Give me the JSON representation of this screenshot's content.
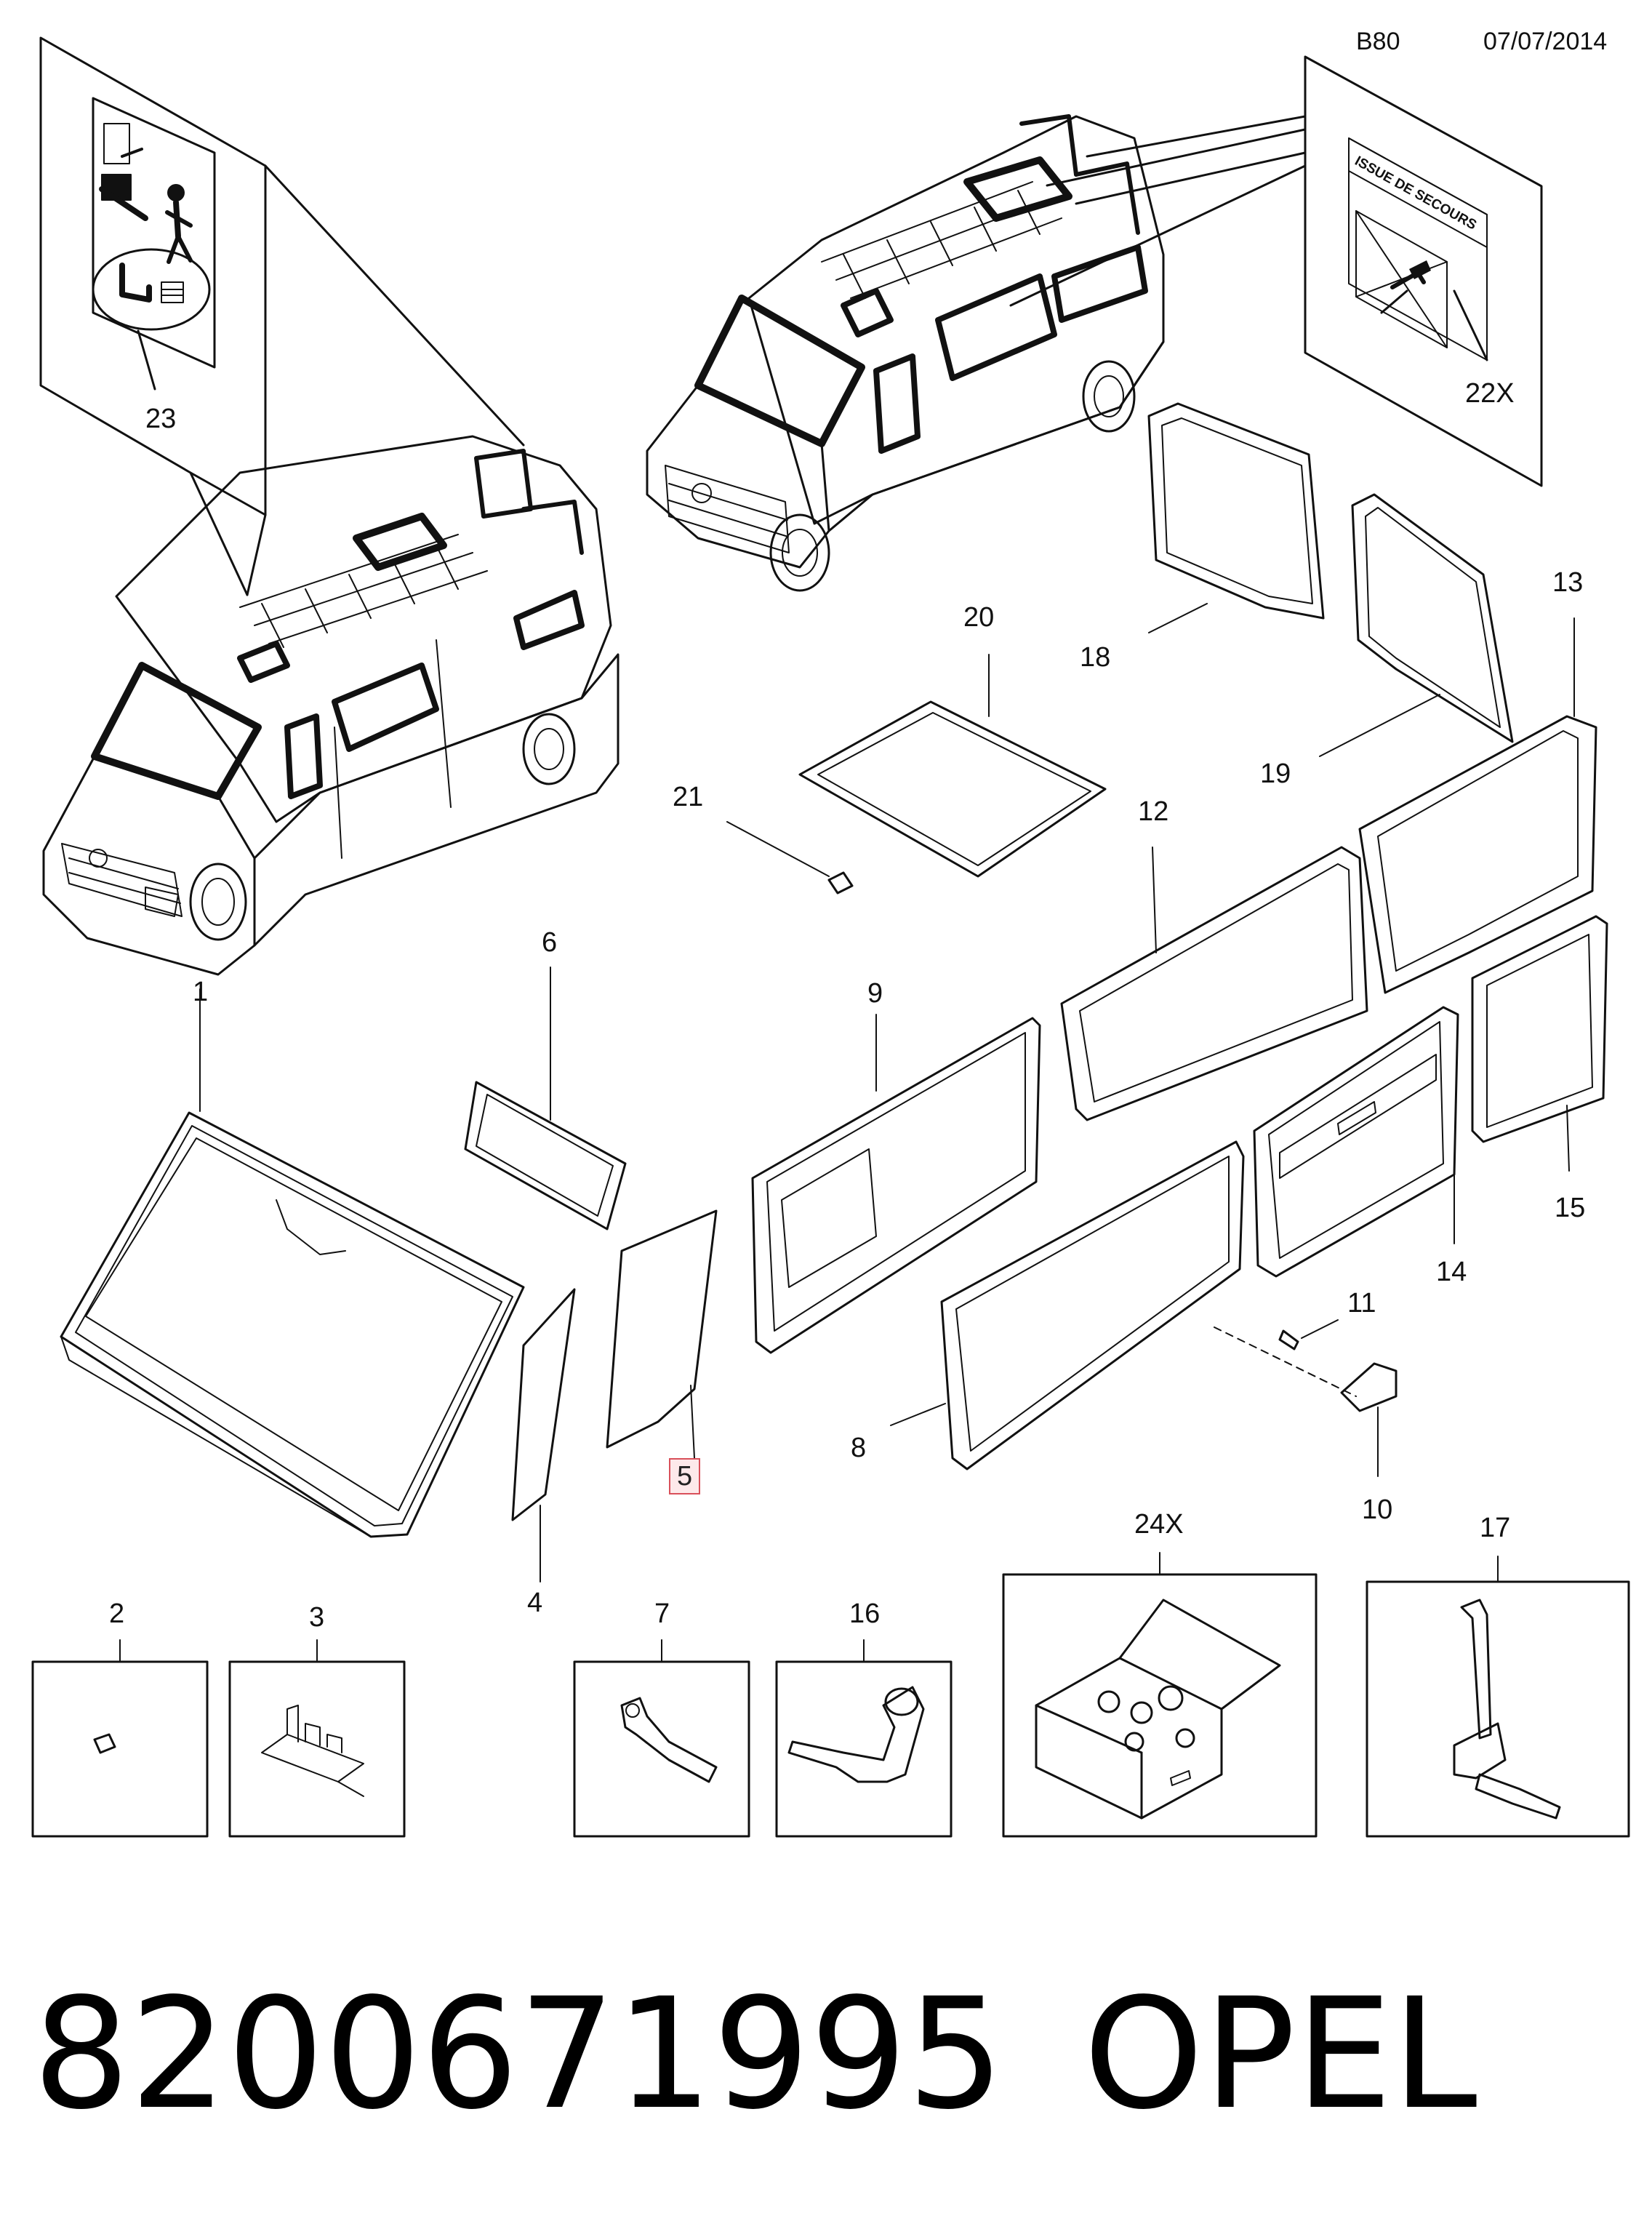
{
  "header": {
    "code": "B80",
    "date": "07/07/2014"
  },
  "callouts": [
    {
      "id": "c1",
      "label": "1"
    },
    {
      "id": "c2",
      "label": "2"
    },
    {
      "id": "c3",
      "label": "3"
    },
    {
      "id": "c4",
      "label": "4"
    },
    {
      "id": "c5",
      "label": "5",
      "highlighted": true
    },
    {
      "id": "c6",
      "label": "6"
    },
    {
      "id": "c7",
      "label": "7"
    },
    {
      "id": "c8",
      "label": "8"
    },
    {
      "id": "c9",
      "label": "9"
    },
    {
      "id": "c10",
      "label": "10"
    },
    {
      "id": "c11",
      "label": "11"
    },
    {
      "id": "c12",
      "label": "12"
    },
    {
      "id": "c13",
      "label": "13"
    },
    {
      "id": "c14",
      "label": "14"
    },
    {
      "id": "c15",
      "label": "15"
    },
    {
      "id": "c16",
      "label": "16"
    },
    {
      "id": "c17",
      "label": "17"
    },
    {
      "id": "c18",
      "label": "18"
    },
    {
      "id": "c19",
      "label": "19"
    },
    {
      "id": "c20",
      "label": "20"
    },
    {
      "id": "c21",
      "label": "21"
    },
    {
      "id": "c22x",
      "label": "22X"
    },
    {
      "id": "c23",
      "label": "23"
    },
    {
      "id": "c24x",
      "label": "24X"
    }
  ],
  "emergency_sign_text": "ISSUE DE SECOURS",
  "footer": {
    "part_number": "8200671995",
    "brand": "OPEL"
  },
  "colors": {
    "line": "#111111",
    "highlight_border": "#d9505a",
    "highlight_fill": "#fde9ea"
  }
}
